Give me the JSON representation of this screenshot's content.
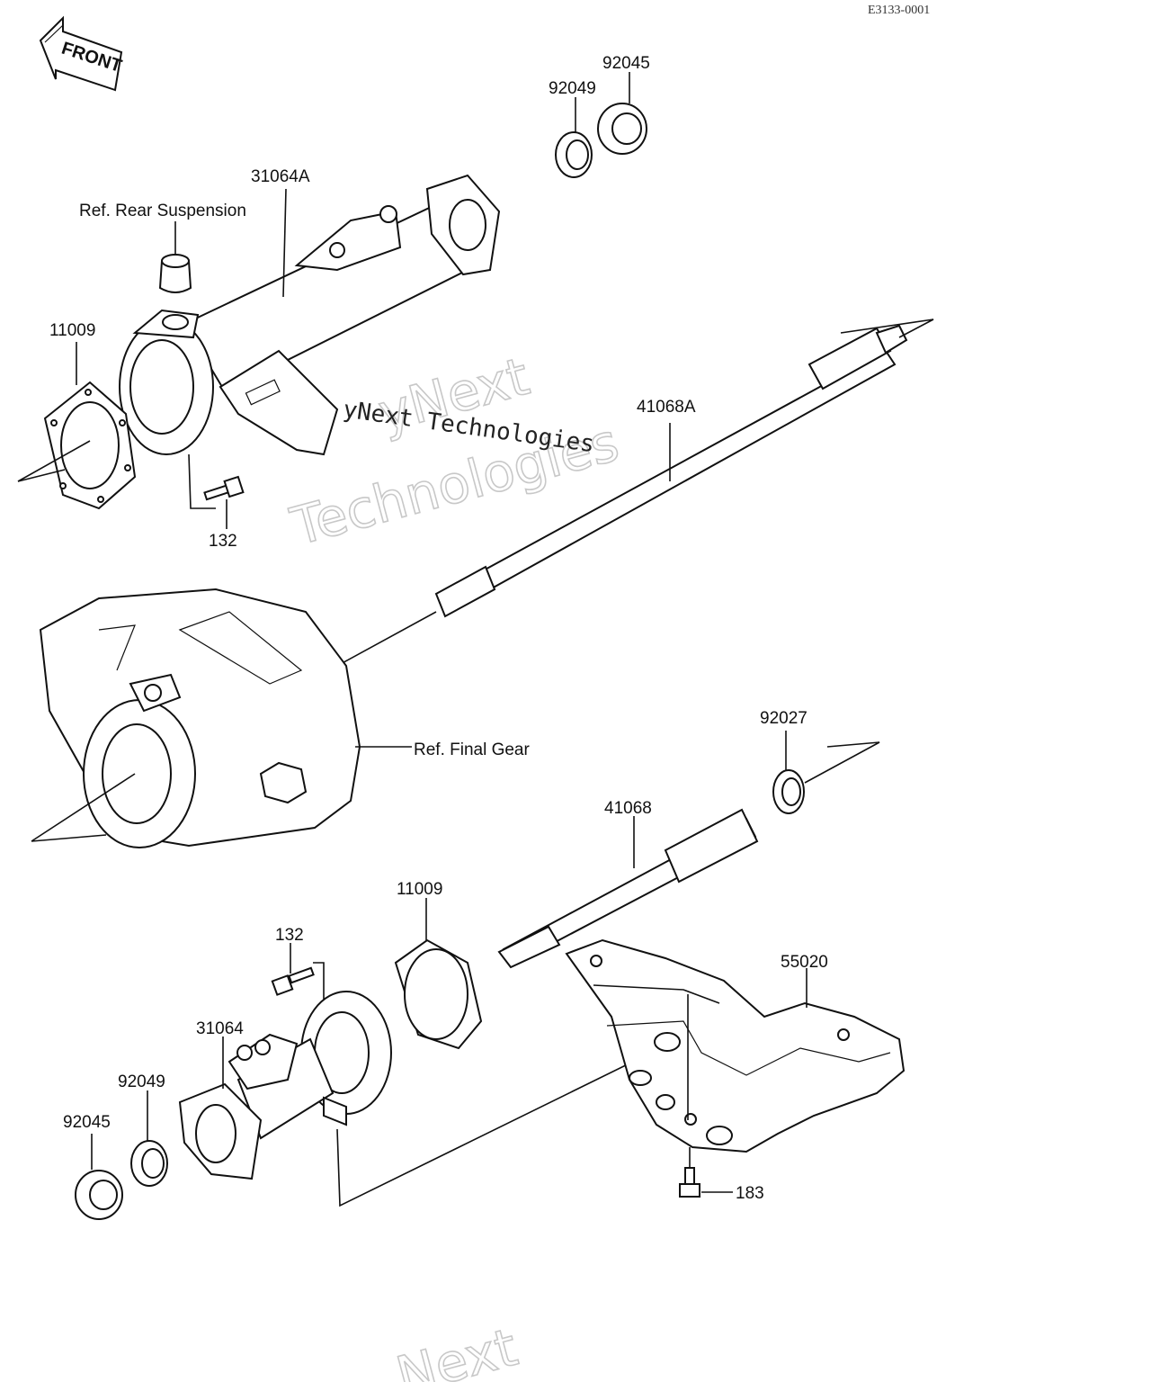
{
  "diagram_code": "E3133-0001",
  "front_arrow": {
    "label": "FRONT",
    "icon": "front-arrow-icon"
  },
  "labels": {
    "p92045_top": "92045",
    "p92049_top": "92049",
    "p31064A": "31064A",
    "ref_rear_suspension": "Ref. Rear Suspension",
    "p11009_top": "11009",
    "p132_top": "132",
    "p41068A": "41068A",
    "ref_final_gear": "Ref. Final Gear",
    "p92027": "92027",
    "p41068": "41068",
    "p11009_bottom": "11009",
    "p132_bottom": "132",
    "p55020": "55020",
    "p31064": "31064",
    "p92049_bottom": "92049",
    "p92045_bottom": "92045",
    "p183": "183"
  },
  "watermark": {
    "brand_top": "yNext",
    "brand_bottom": "Technologies",
    "inline": "yNext Technologies",
    "footer": "Next"
  }
}
